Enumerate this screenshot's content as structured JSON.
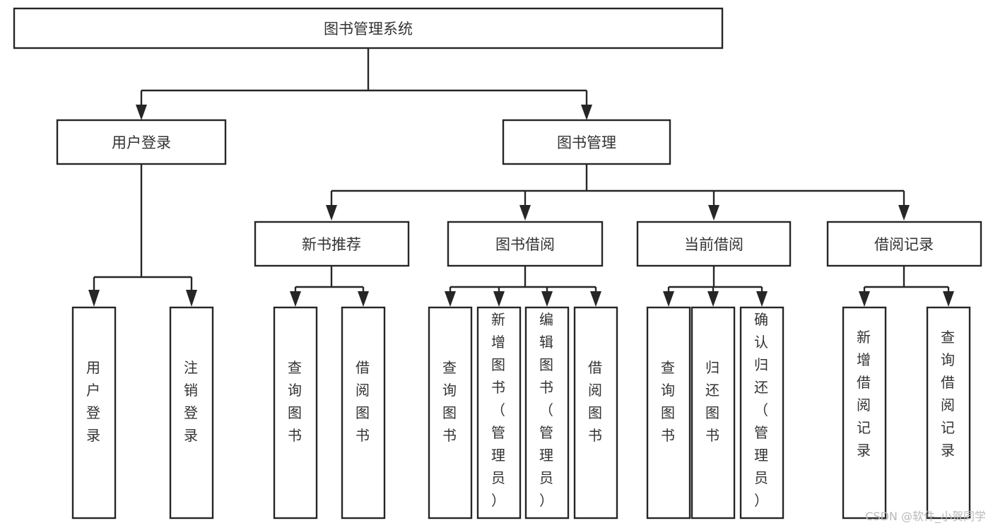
{
  "diagram": {
    "type": "tree-hierarchy-diagram",
    "title": "图书管理系统",
    "watermark": "CSDN @软件_小贺同学",
    "colors": {
      "background": "#ffffff",
      "stroke": "#262626",
      "text": "#333333",
      "watermark": "#b9b9b9"
    },
    "root": {
      "label": "图书管理系统",
      "orientation": "horizontal"
    },
    "level1": [
      {
        "label": "用户登录",
        "orientation": "horizontal"
      },
      {
        "label": "图书管理",
        "orientation": "horizontal"
      }
    ],
    "level2": [
      {
        "label": "新书推荐",
        "orientation": "horizontal",
        "parent": "图书管理"
      },
      {
        "label": "图书借阅",
        "orientation": "horizontal",
        "parent": "图书管理"
      },
      {
        "label": "当前借阅",
        "orientation": "horizontal",
        "parent": "图书管理"
      },
      {
        "label": "借阅记录",
        "orientation": "horizontal",
        "parent": "图书管理"
      }
    ],
    "leaves": {
      "用户登录": [
        {
          "label": "用户登录",
          "orientation": "vertical"
        },
        {
          "label": "注销登录",
          "orientation": "vertical"
        }
      ],
      "新书推荐": [
        {
          "label": "查询图书",
          "orientation": "vertical"
        },
        {
          "label": "借阅图书",
          "orientation": "vertical"
        }
      ],
      "图书借阅": [
        {
          "label": "查询图书",
          "orientation": "vertical"
        },
        {
          "label": "新增图书（管理员）",
          "orientation": "vertical"
        },
        {
          "label": "编辑图书（管理员）",
          "orientation": "vertical"
        },
        {
          "label": "借阅图书",
          "orientation": "vertical"
        }
      ],
      "当前借阅": [
        {
          "label": "查询图书",
          "orientation": "vertical"
        },
        {
          "label": "归还图书",
          "orientation": "vertical"
        },
        {
          "label": "确认归还（管理员）",
          "orientation": "vertical"
        }
      ],
      "借阅记录": [
        {
          "label": "新增借阅记录",
          "orientation": "vertical"
        },
        {
          "label": "查询借阅记录",
          "orientation": "vertical"
        }
      ]
    }
  }
}
